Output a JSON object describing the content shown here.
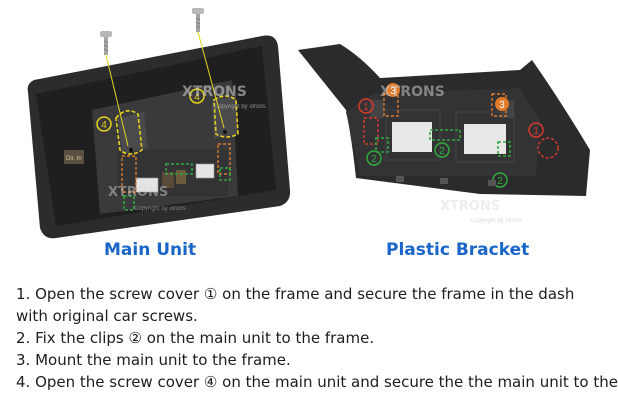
{
  "brand": {
    "watermark": "XTRONS",
    "copyright": "Copyright by xtrons",
    "unit_label": "Dir. In"
  },
  "captions": {
    "main_unit": "Main Unit",
    "plastic_bracket": "Plastic Bracket"
  },
  "markers": {
    "one": "①",
    "two": "②",
    "three": "③",
    "four": "④",
    "one_text": "1",
    "two_text": "2",
    "three_text": "3",
    "four_text": "4"
  },
  "steps": [
    "1. Open the screw cover ① on the frame and secure the frame in the dash with original car screws.",
    "2. Fix the clips ② on the main unit to the frame.",
    "3. Mount the main unit to the frame.",
    "4. Open the screw cover ④ on the main unit and secure the the main unit to the"
  ],
  "colors": {
    "caption": "#1a66c8",
    "marker_red": "#d83a2a",
    "marker_yellow": "#e6d21c",
    "marker_orange": "#e07a2a",
    "marker_green": "#2faa3c"
  }
}
